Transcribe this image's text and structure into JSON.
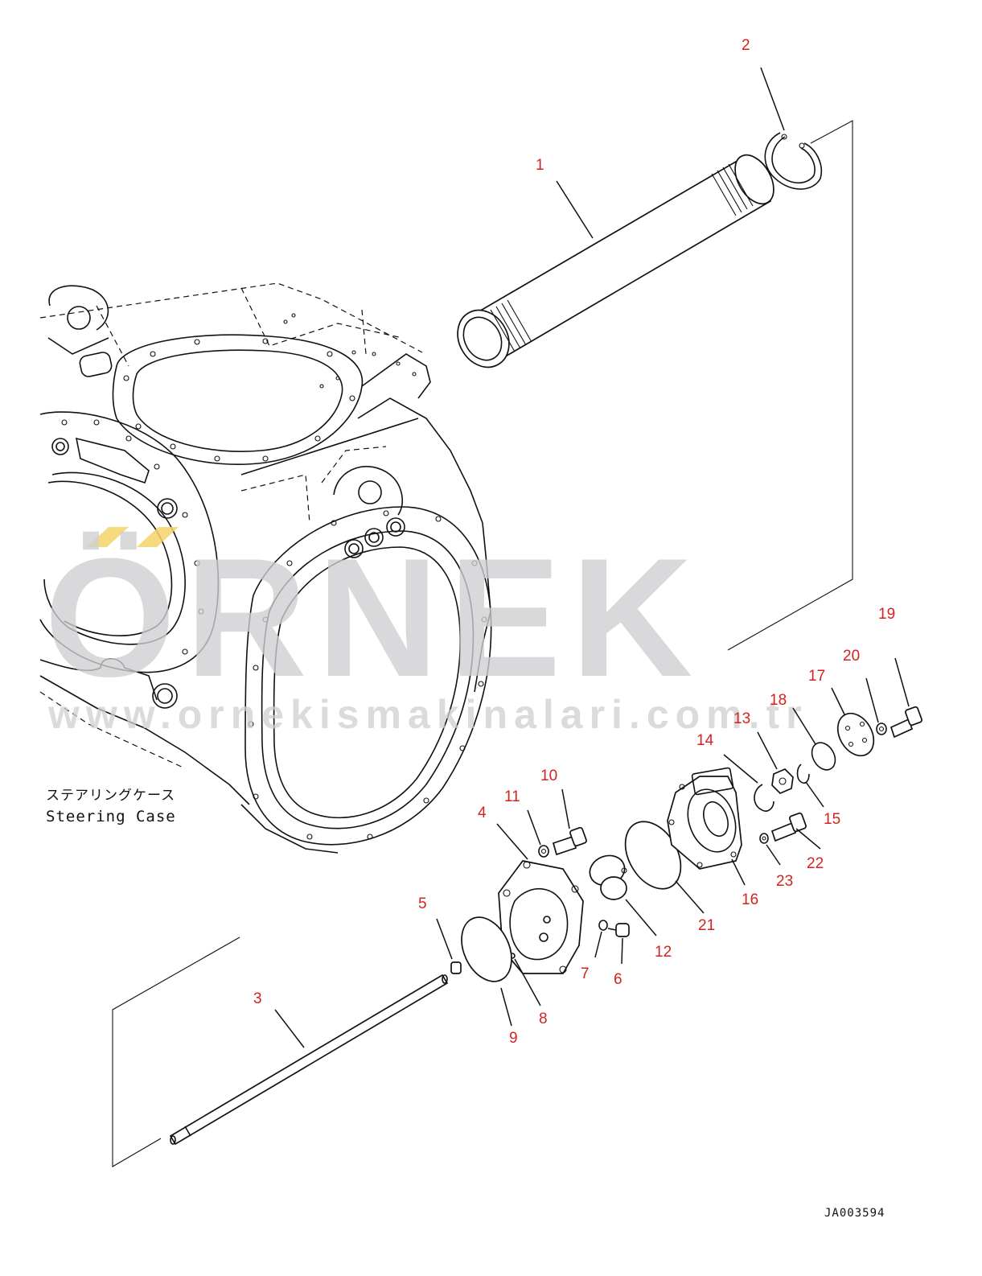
{
  "diagram": {
    "case_label_jp": "ステアリングケース",
    "case_label_en": "Steering Case",
    "drawing_code": "JA003594",
    "watermark_brand": "ÖRNEK",
    "watermark_url": "www.ornekismakinalari.com.tr",
    "accent_color": "#d2231e",
    "watermark_color": "#cfcfd1",
    "watermark_accent": "#f5d46a",
    "callouts": [
      {
        "id": "c1",
        "text": "1"
      },
      {
        "id": "c2",
        "text": "2"
      },
      {
        "id": "c3",
        "text": "3"
      },
      {
        "id": "c4",
        "text": "4"
      },
      {
        "id": "c5",
        "text": "5"
      },
      {
        "id": "c6",
        "text": "6"
      },
      {
        "id": "c7",
        "text": "7"
      },
      {
        "id": "c8",
        "text": "8"
      },
      {
        "id": "c9",
        "text": "9"
      },
      {
        "id": "c10",
        "text": "10"
      },
      {
        "id": "c11",
        "text": "11"
      },
      {
        "id": "c12",
        "text": "12"
      },
      {
        "id": "c13",
        "text": "13"
      },
      {
        "id": "c14",
        "text": "14"
      },
      {
        "id": "c15",
        "text": "15"
      },
      {
        "id": "c16",
        "text": "16"
      },
      {
        "id": "c17",
        "text": "17"
      },
      {
        "id": "c18",
        "text": "18"
      },
      {
        "id": "c19",
        "text": "19"
      },
      {
        "id": "c20",
        "text": "20"
      },
      {
        "id": "c21",
        "text": "21"
      },
      {
        "id": "c22",
        "text": "22"
      },
      {
        "id": "c23",
        "text": "23"
      }
    ]
  }
}
